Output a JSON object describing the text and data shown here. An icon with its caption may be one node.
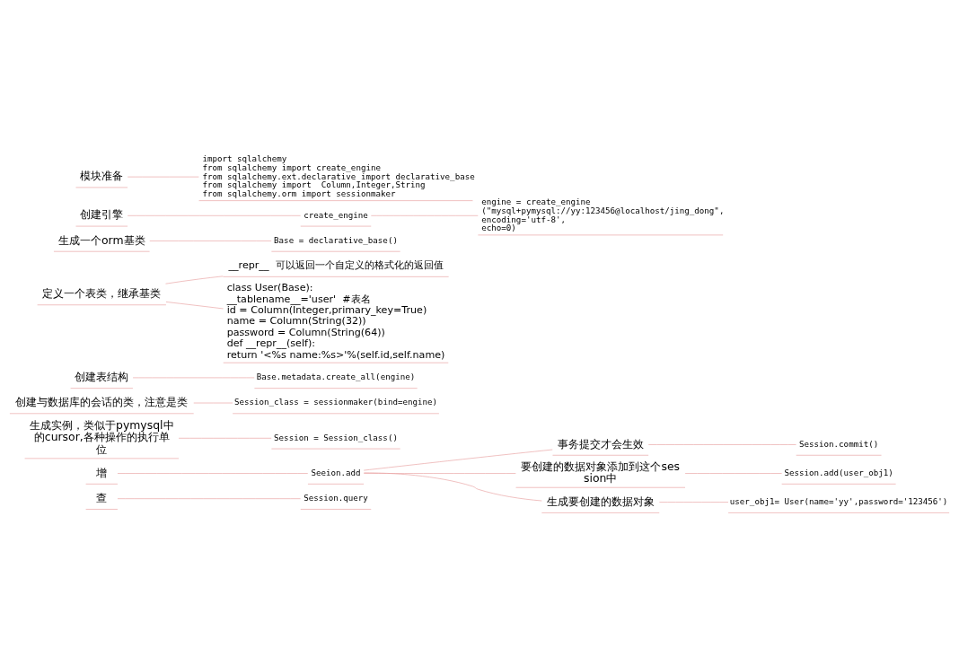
{
  "diagram": {
    "nodes": [
      {
        "text": [
          "模块准备"
        ]
      },
      {
        "text": [
          "import sqlalchemy",
          "from sqlalchemy import create_engine",
          "from sqlalchemy.ext.declarative import declarative_base",
          "from sqlalchemy import  Column,Integer,String",
          "from sqlalchemy.orm import sessionmaker"
        ]
      },
      {
        "text": [
          "创建引擎"
        ]
      },
      {
        "text": [
          "create_engine"
        ]
      },
      {
        "text": [
          "engine = create_engine",
          "(\"mysql+pymysql://yy:123456@localhost/jing_dong\",",
          "encoding='utf-8',",
          "echo=0)"
        ]
      },
      {
        "text": [
          "生成一个orm基类"
        ]
      },
      {
        "text": [
          "Base = declarative_base()"
        ]
      },
      {
        "text": [
          "定义一个表类，继承基类"
        ]
      },
      {
        "text": [
          "class User(Base):",
          "__tablename__='user'  #表名",
          "id = Column(Integer,primary_key=True)",
          "name = Column(String(32))",
          "password = Column(String(64))",
          "def __repr__(self):",
          "return '<%s name:%s>'%(self.id,self.name)"
        ]
      },
      {
        "text": [
          "__repr__  可以返回一个自定义的格式化的返回值"
        ]
      },
      {
        "text": [
          "创建表结构"
        ]
      },
      {
        "text": [
          "Base.metadata.create_all(engine)"
        ]
      },
      {
        "text": [
          "创建与数据库的会话的类，注意是类"
        ]
      },
      {
        "text": [
          "Session_class = sessionmaker(bind=engine)"
        ]
      },
      {
        "text": [
          "生成实例，类似于pymysql中的cursor,各种操作的执行单位"
        ]
      },
      {
        "text": [
          "Session = Session_class()"
        ]
      },
      {
        "text": [
          "增"
        ]
      },
      {
        "text": [
          "Seeion.add"
        ]
      },
      {
        "text": [
          "生成要创建的数据对象"
        ]
      },
      {
        "text": [
          "user_obj1= User(name='yy',password='123456')"
        ]
      },
      {
        "text": [
          "要创建的数据对象添加到这个session中"
        ]
      },
      {
        "text": [
          "Session.add(user_obj1)"
        ]
      },
      {
        "text": [
          "事务提交才会生效"
        ]
      },
      {
        "text": [
          "Session.commit()"
        ]
      },
      {
        "text": [
          "查"
        ]
      },
      {
        "text": [
          "Session.query"
        ]
      }
    ],
    "edges": [
      {
        "from": 0,
        "to": 1,
        "arrow": "none"
      },
      {
        "from": 2,
        "to": 3,
        "arrow": "none"
      },
      {
        "from": 3,
        "to": 4,
        "arrow": "none"
      },
      {
        "from": 5,
        "to": 6,
        "arrow": "none"
      },
      {
        "from": 7,
        "to": 8,
        "arrow": "none"
      },
      {
        "from": 7,
        "to": 9,
        "arrow": "none"
      },
      {
        "from": 10,
        "to": 11,
        "arrow": "none"
      },
      {
        "from": 12,
        "to": 13,
        "arrow": "none"
      },
      {
        "from": 14,
        "to": 15,
        "arrow": "none"
      },
      {
        "from": 16,
        "to": 17,
        "arrow": "none"
      },
      {
        "from": 17,
        "to": 18,
        "arrow": "none"
      },
      {
        "from": 18,
        "to": 19,
        "arrow": "none"
      },
      {
        "from": 17,
        "to": 20,
        "arrow": "none"
      },
      {
        "from": 20,
        "to": 21,
        "arrow": "none"
      },
      {
        "from": 17,
        "to": 22,
        "arrow": "none"
      },
      {
        "from": 22,
        "to": 23,
        "arrow": "none"
      },
      {
        "from": 24,
        "to": 25,
        "arrow": "none"
      }
    ]
  }
}
